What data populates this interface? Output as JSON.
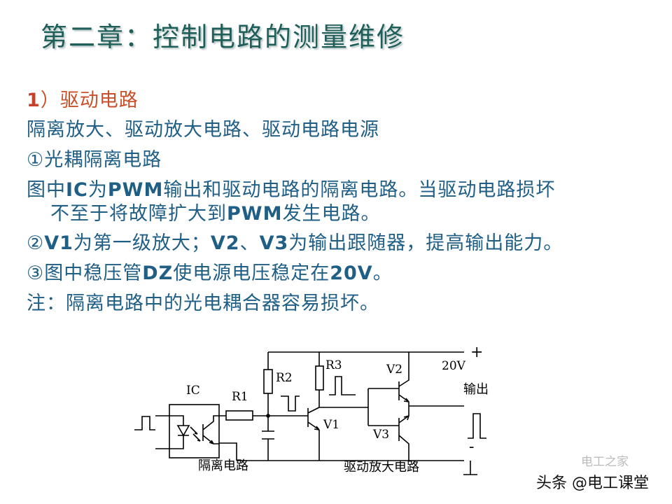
{
  "title": "第二章：控制电路的测量维修",
  "section": {
    "num": "1",
    "label": "）驱动电路"
  },
  "lines": [
    {
      "segs": [
        "隔离放大、驱动放大电路、驱动电路电源"
      ]
    },
    {
      "segs": [
        "①光耦隔离电路"
      ]
    },
    {
      "segs": [
        "图中",
        "IC",
        "为",
        "PWM",
        "输出和驱动电路的隔离电路。当驱动电路损坏"
      ]
    },
    {
      "segs": [
        "不至于将故障扩大到",
        "PWM",
        "发生电路。"
      ]
    },
    {
      "segs": [
        "②",
        "V1",
        "为第一级放大；",
        "V2",
        "、",
        "V3",
        "为输出跟随器，提高输出能力。"
      ]
    },
    {
      "segs": [
        "③图中稳压管",
        "DZ",
        "使电源电压稳定在",
        "20V",
        "。"
      ]
    },
    {
      "segs": [
        "注：隔离电路中的光电耦合器容易损坏。"
      ]
    }
  ],
  "circuit": {
    "ic": "IC",
    "r1": "R1",
    "r2": "R2",
    "r3": "R3",
    "v1": "V1",
    "v2": "V2",
    "v3": "V3",
    "voltage": "20V",
    "plus": "+",
    "minus": "-",
    "output": "输出",
    "isolation_label": "隔离电路",
    "driver_label": "驱动放大电路"
  },
  "watermark": {
    "main": "头条 @电工课堂",
    "faint": "电工之家"
  },
  "colors": {
    "title": "#1f5f5a",
    "body": "#1f5e85",
    "heading": "#c8502a"
  }
}
